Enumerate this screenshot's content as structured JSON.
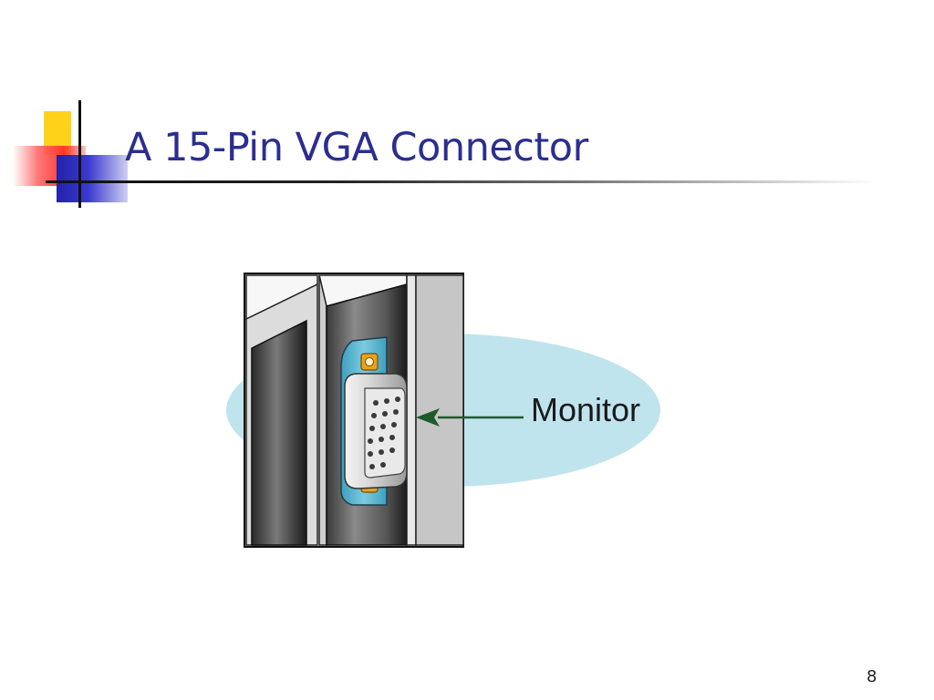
{
  "slide": {
    "title": "A 15-Pin VGA Connector",
    "page_number": "8"
  },
  "figure": {
    "label": "Monitor",
    "icons": [
      "vga-connector-illustration",
      "arrow-left-icon"
    ],
    "colors": {
      "title": "#2b2e8f",
      "ellipse": "#bfe4ee",
      "connector_plate": "#5fb7cf",
      "arrow": "#1f5a2a",
      "screw": "#e7a21e"
    }
  }
}
